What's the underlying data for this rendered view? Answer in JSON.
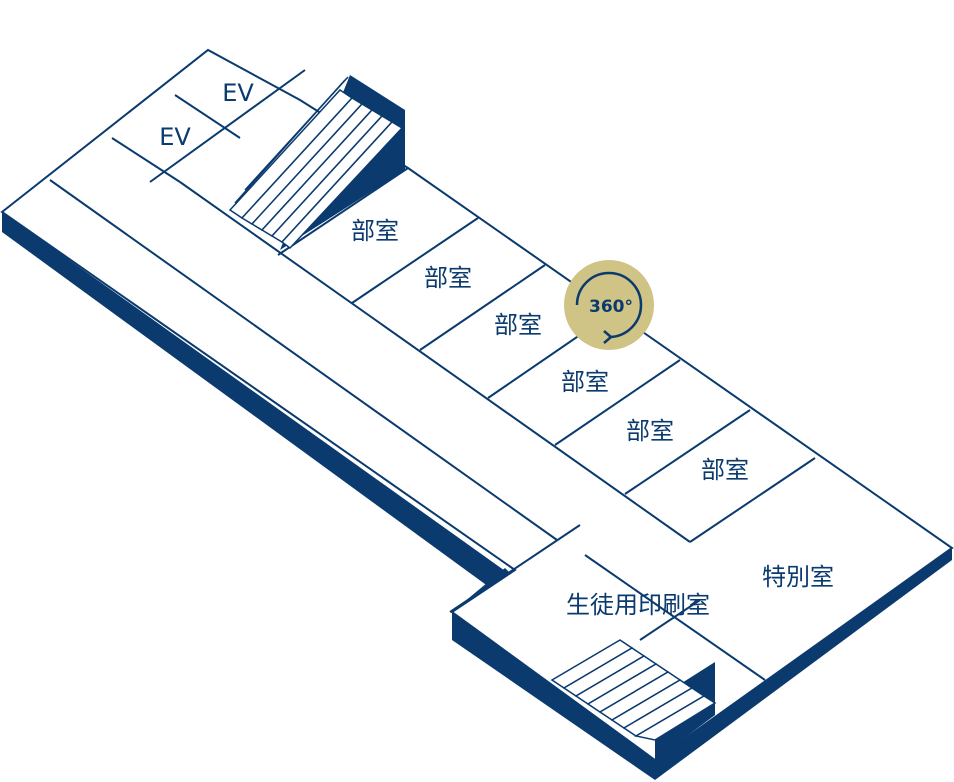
{
  "colors": {
    "navy": "#0a3a6e",
    "line": "#0a3a6e",
    "badge": "#cfc385",
    "floor": "#ffffff"
  },
  "floorplan": {
    "elevators": [
      {
        "label": "EV"
      },
      {
        "label": "EV"
      }
    ],
    "club_rooms": [
      {
        "label": "部室"
      },
      {
        "label": "部室"
      },
      {
        "label": "部室"
      },
      {
        "label": "部室"
      },
      {
        "label": "部室"
      },
      {
        "label": "部室"
      }
    ],
    "special_room": {
      "label": "特別室"
    },
    "print_room": {
      "label": "生徒用印刷室"
    }
  },
  "badge": {
    "label": "360°",
    "icon": "rotate-360-icon"
  }
}
